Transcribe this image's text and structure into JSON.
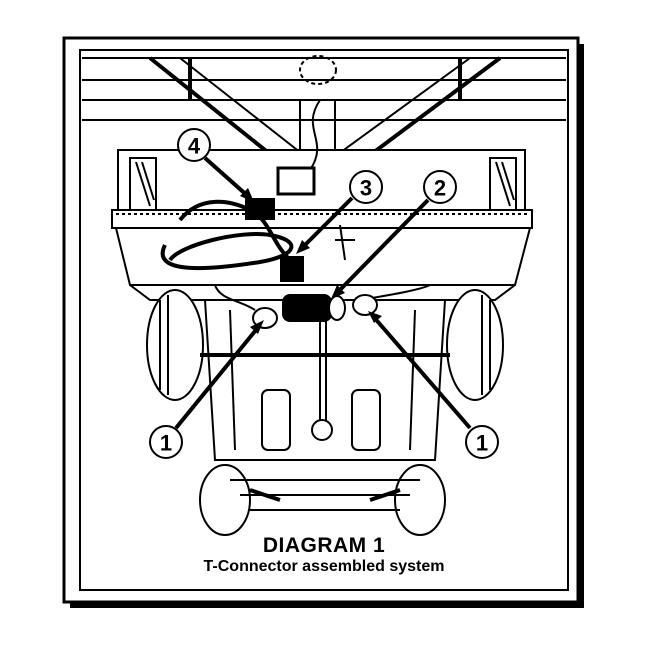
{
  "diagram": {
    "title": "DIAGRAM 1",
    "subtitle": "T-Connector assembled system",
    "callouts": [
      {
        "label": "4",
        "part": "connector-plug"
      },
      {
        "label": "3",
        "part": "wiring-harness"
      },
      {
        "label": "2",
        "part": "t-connector"
      },
      {
        "label": "1",
        "part": "left-taillight-connector"
      },
      {
        "label": "1",
        "part": "right-taillight-connector"
      }
    ]
  }
}
